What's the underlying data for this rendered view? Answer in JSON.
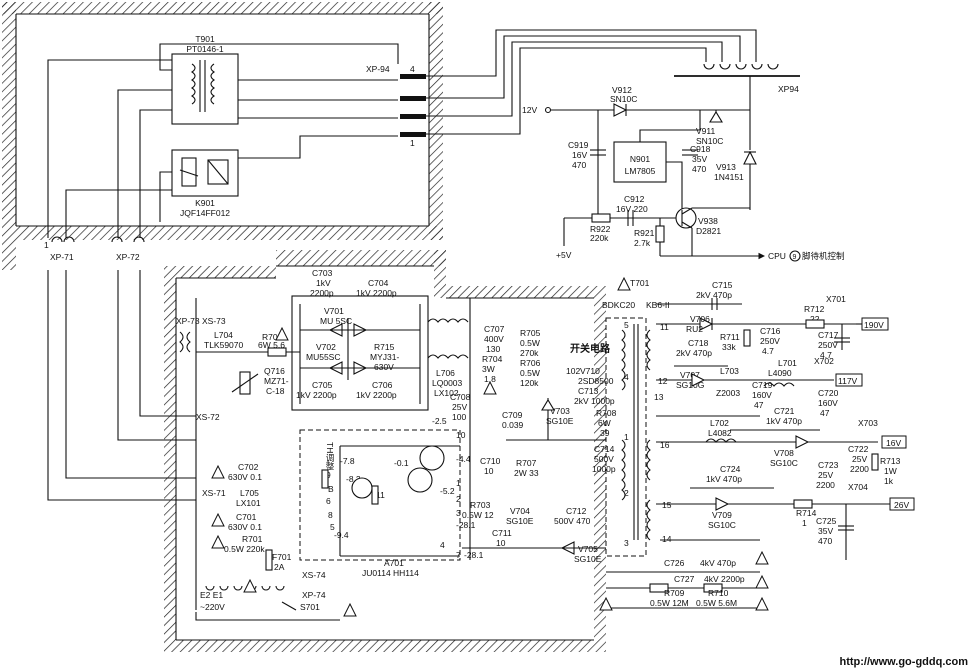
{
  "diagram": {
    "upper_left": {
      "transformer": {
        "ref": "T901",
        "part": "PT0146-1"
      },
      "relay": {
        "ref": "K901",
        "part": "JQF14FF012"
      },
      "connector": "XP-94",
      "pins": [
        "4",
        "1"
      ],
      "bottom_connectors": [
        "XP-71",
        "XP-72"
      ],
      "pin_one": "1"
    },
    "standby": {
      "diode_v912": {
        "ref": "V912",
        "part": "SN10C"
      },
      "supply": "12V",
      "reg": {
        "ref": "N901",
        "part": "LM7805"
      },
      "c919": [
        "C919",
        "16V",
        "470"
      ],
      "c918": [
        "C918",
        "35V",
        "470"
      ],
      "v911": {
        "ref": "V911",
        "part": "SN10C"
      },
      "v913": {
        "ref": "V913",
        "part": "1N4151"
      },
      "xp94": "XP94",
      "c912": [
        "C912",
        "16V 220"
      ],
      "r922": [
        "R922",
        "220k"
      ],
      "r921": [
        "R921",
        "2.7k"
      ],
      "v938": {
        "ref": "V938",
        "part": "D2821"
      },
      "plus5": "+5V",
      "cpu": "CPU",
      "cpu_pin": "9",
      "cpu_text": "脚待机控制"
    },
    "main": {
      "xp73": "XP-73",
      "xs73": "XS-73",
      "l704": [
        "L704",
        "TLK59070"
      ],
      "r702": [
        "R702",
        "6W 5.6"
      ],
      "q716": [
        "Q716",
        "MZ71-",
        "C-18"
      ],
      "c703": [
        "C703",
        "1kV",
        "2200p"
      ],
      "c704": [
        "C704",
        "1kV 2200p"
      ],
      "v701": [
        "V701",
        "MU 5SC"
      ],
      "v702": [
        "V702",
        "MU55SC"
      ],
      "r715": [
        "R715",
        "MYJ31-",
        "630V"
      ],
      "c705": [
        "C705",
        "1kV 2200p"
      ],
      "c706": [
        "C706",
        "1kV 2200p"
      ],
      "l706": [
        "L706",
        "LQ0003",
        "LX102"
      ],
      "c707": [
        "C707",
        "400V",
        "130"
      ],
      "r704": [
        "R704",
        "3W",
        "1.8"
      ],
      "c708": [
        "C708",
        "25V",
        "100"
      ],
      "r705": [
        "R705",
        "0.5W",
        "270k"
      ],
      "r706": [
        "R706",
        "0.5W",
        "120k"
      ],
      "switch_title": "开关电路",
      "v710": [
        "102",
        "V710",
        "2SD8500",
        "C713",
        "2kV 1000p"
      ],
      "c709": [
        "C709",
        "0.039"
      ],
      "v703": [
        "V703",
        "SG10E"
      ],
      "r708": [
        "R708",
        "6W",
        "39"
      ],
      "xs72": "XS-72",
      "c710": [
        "C710",
        "10"
      ],
      "r707": [
        "R707",
        "2W 33"
      ],
      "c714": [
        "C714",
        "500V",
        "1000p"
      ],
      "c702": [
        "C702",
        "630V 0.1"
      ],
      "xs71": "XS-71",
      "l705": [
        "L705",
        "LX101"
      ],
      "c701": [
        "C701",
        "630V 0.1"
      ],
      "r701": [
        "R701",
        "0.5W 220k"
      ],
      "f701": [
        "F701",
        "2A"
      ],
      "xs74": "XS-74",
      "xp74": "XP-74",
      "e2e1": [
        "E2 E1",
        "~220V"
      ],
      "s701": "S701",
      "r703": [
        "R703",
        "0.5W 12"
      ],
      "v704": [
        "V704",
        "SG10E"
      ],
      "c711": [
        "C711",
        "10"
      ],
      "c712": [
        "C712",
        "500V 470"
      ],
      "v705": [
        "V705",
        "SG10E"
      ],
      "a701": [
        "A701",
        "JU0114 HH114"
      ],
      "ic_volts": [
        "-2.5",
        "10",
        "-4.4",
        "-7.8",
        "-0.1",
        "-8.2",
        "-5.2",
        "-28.1",
        "-9.4",
        "7",
        "-28.1"
      ],
      "ic_pins": [
        "9",
        "B",
        "6",
        "1",
        "2",
        "3",
        "11",
        "8",
        "5",
        "4"
      ],
      "side_label": "TH调整"
    },
    "secondary": {
      "t701": [
        "T701",
        "BDKC20",
        "KB6-II"
      ],
      "c715": [
        "C715",
        "2kV 470p"
      ],
      "r712": [
        "R712",
        "22"
      ],
      "x701": "X701",
      "out190": "190V",
      "v706": [
        "V706",
        "RU2"
      ],
      "r711": [
        "R711",
        "33k"
      ],
      "c716": [
        "C716",
        "250V",
        "4.7"
      ],
      "c717": [
        "C717",
        "250V",
        "4.7"
      ],
      "c718": [
        "C718",
        "2kV 470p"
      ],
      "l701": [
        "L701",
        "L4090"
      ],
      "x702": "X702",
      "out117": "117V",
      "v707": [
        "V707",
        "SG10G"
      ],
      "l703": [
        "L703",
        "Z2003"
      ],
      "c719": [
        "C719",
        "160V",
        "47"
      ],
      "c720": [
        "C720",
        "160V",
        "47"
      ],
      "c721": [
        "C721",
        "1kV 470p"
      ],
      "l702": [
        "L702",
        "L4082"
      ],
      "v708": [
        "V708",
        "SG10C"
      ],
      "x703": "X703",
      "out16": "16V",
      "c722": [
        "C722",
        "25V",
        "2200"
      ],
      "c723": [
        "C723",
        "25V",
        "2200"
      ],
      "r713": [
        "R713",
        "1W",
        "1k"
      ],
      "x704": "X704",
      "c724": [
        "C724",
        "1kV 470p"
      ],
      "v709": [
        "V709",
        "SG10C"
      ],
      "r714": [
        "R714",
        "1"
      ],
      "out26": "26V",
      "c725": [
        "C725",
        "35V",
        "470"
      ],
      "c726": [
        "C726",
        "4kV 470p"
      ],
      "c727": [
        "C727",
        "4kV 2200p"
      ],
      "r709": [
        "R709",
        "0.5W 12M"
      ],
      "r710": [
        "R710",
        "0.5W 5.6M"
      ],
      "pins": [
        "11",
        "13",
        "12",
        "16",
        "15",
        "14",
        "5",
        "4",
        "1",
        "2",
        "3"
      ]
    },
    "watermark": "http://www.go-gddq.com"
  }
}
